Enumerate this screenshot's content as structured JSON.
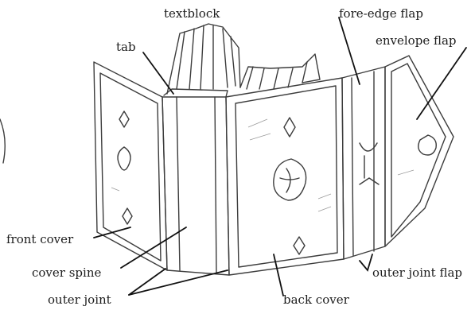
{
  "diagram": {
    "labels": {
      "textblock": "textblock",
      "fore_edge_flap": "fore-edge flap",
      "tab": "tab",
      "envelope_flap": "envelope flap",
      "front_cover": "front cover",
      "cover_spine": "cover spine",
      "outer_joint": "outer joint",
      "back_cover": "back cover",
      "outer_joint_flap": "outer joint flap"
    },
    "colors": {
      "ink": "#1c1c1c",
      "panel_light": "#e2e2e2",
      "panel_mid": "#d3d3d3",
      "panel_dark": "#bdbdbd"
    }
  }
}
